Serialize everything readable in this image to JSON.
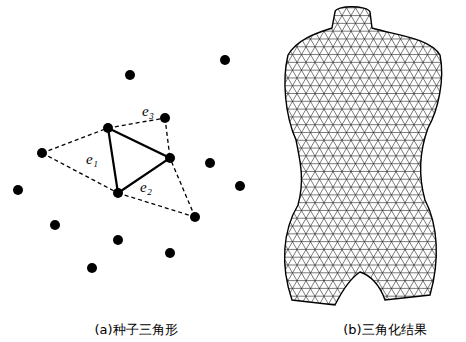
{
  "diagram": {
    "labels": [
      "e₁",
      "e₂",
      "e₃",
      "(a)种子三角形",
      "(b)三角化结果"
    ]
  }
}
